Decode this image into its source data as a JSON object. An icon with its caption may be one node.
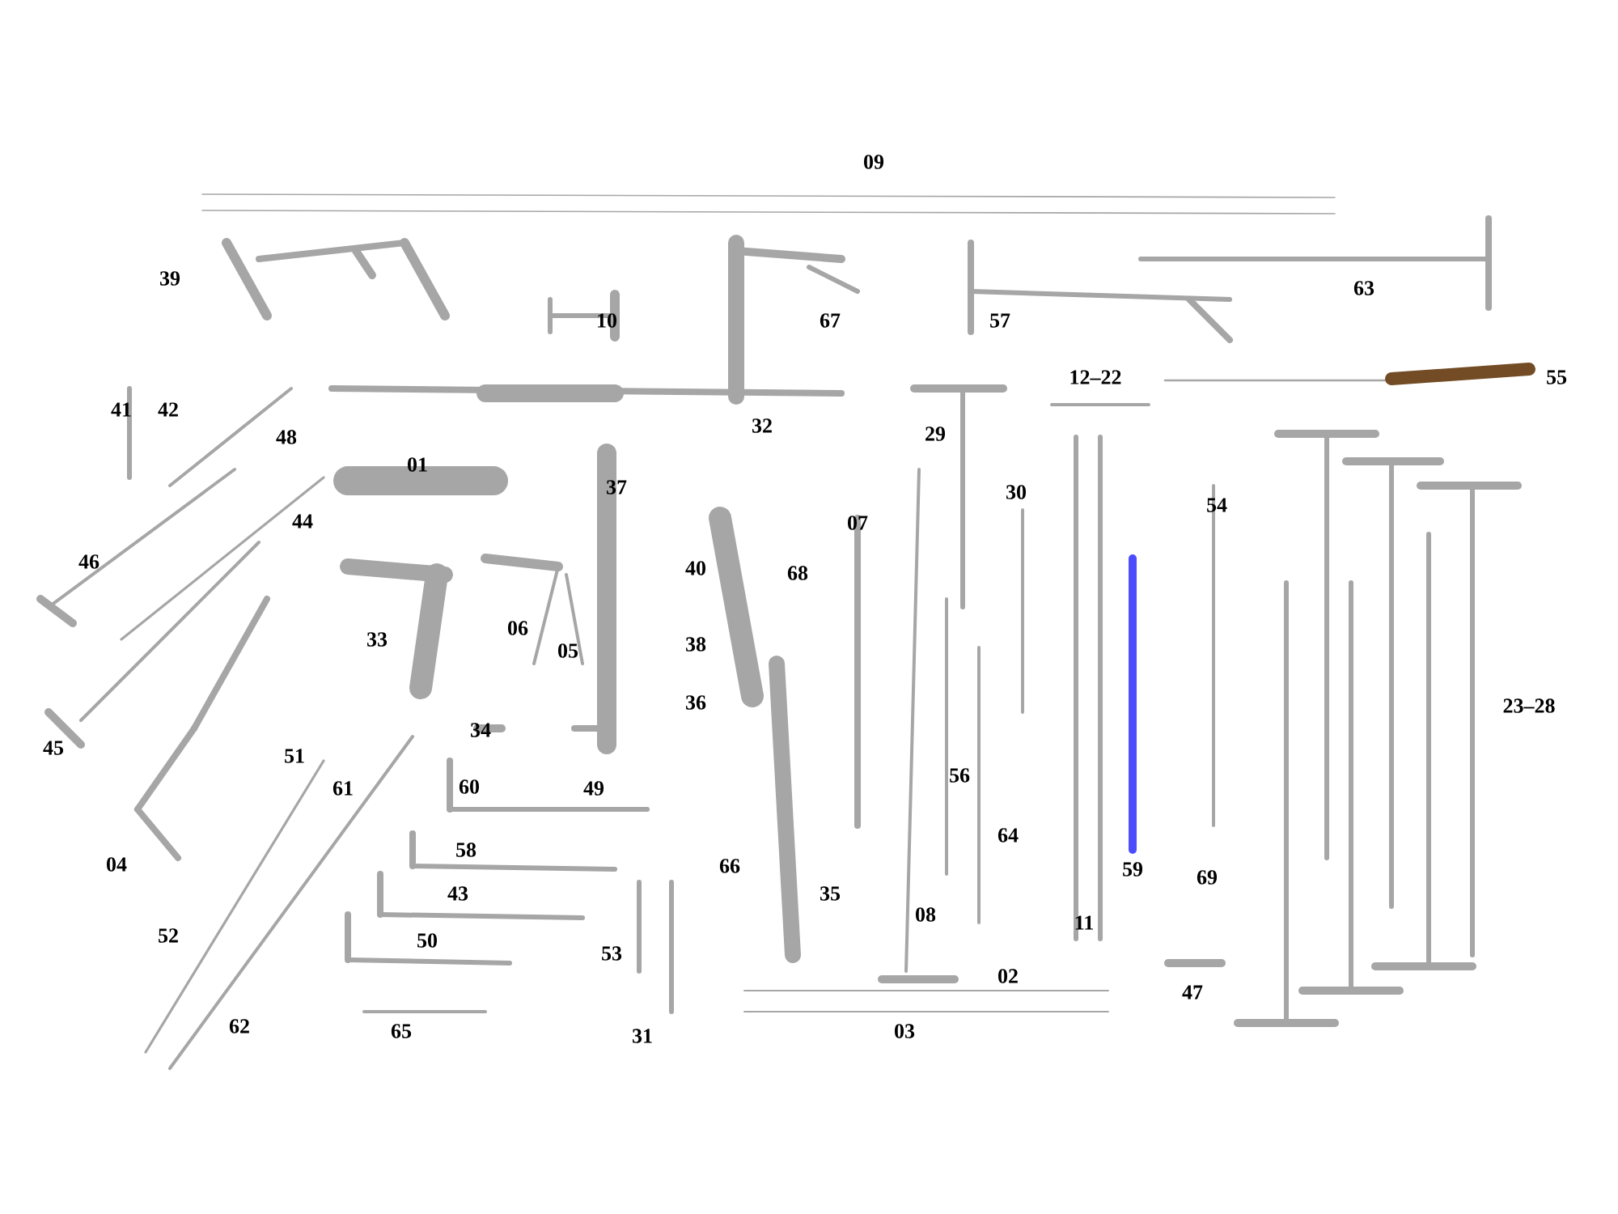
{
  "diagram": {
    "labels": [
      "09",
      "39",
      "10",
      "67",
      "57",
      "63",
      "12–22",
      "55",
      "29",
      "32",
      "41",
      "42",
      "48",
      "01",
      "37",
      "30",
      "54",
      "07",
      "40",
      "68",
      "46",
      "44",
      "33",
      "06",
      "05",
      "38",
      "36",
      "23–28",
      "45",
      "34",
      "51",
      "61",
      "60",
      "49",
      "56",
      "64",
      "04",
      "66",
      "59",
      "69",
      "35",
      "58",
      "43",
      "08",
      "11",
      "52",
      "53",
      "50",
      "02",
      "47",
      "62",
      "65",
      "31",
      "03"
    ]
  }
}
